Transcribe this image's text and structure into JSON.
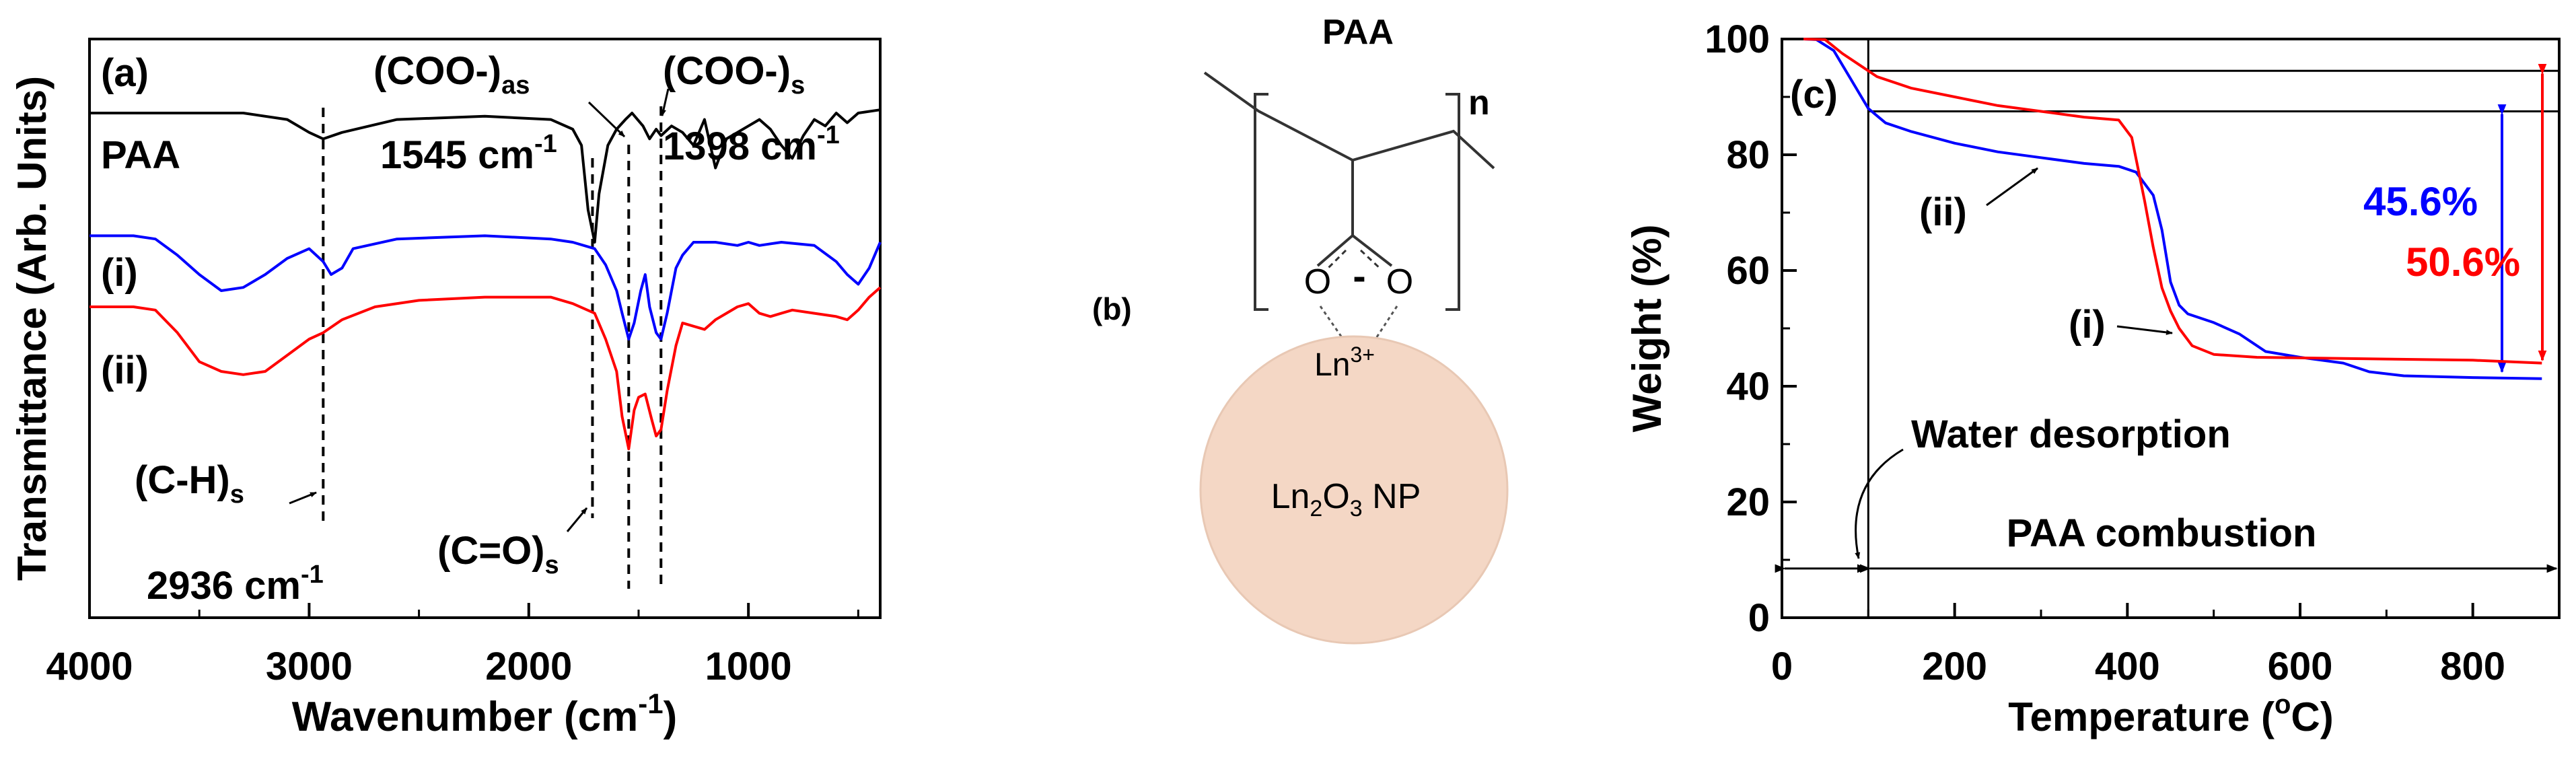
{
  "panel_a": {
    "label": "(a)",
    "xlabel": "Wavenumber (cm",
    "xlabel_sup": "-1",
    "xlabel_end": ")",
    "ylabel": "Transmittance (Arb. Units)",
    "annotations": {
      "coo_as": "(COO-)",
      "coo_as_sub": "as",
      "coo_as_value": "1545 cm",
      "coo_as_value_sup": "-1",
      "coo_s": "(COO-)",
      "coo_s_sub": "s",
      "coo_s_value": "1398 cm",
      "coo_s_value_sup": "-1",
      "ch": "(C-H)",
      "ch_sub": "s",
      "ch_value": "2936 cm",
      "ch_value_sup": "-1",
      "co": "(C=O)",
      "co_sub": "s"
    },
    "series_labels": [
      "PAA",
      "(i)",
      "(ii)"
    ]
  },
  "panel_b": {
    "label": "(b)",
    "title": "PAA",
    "n": "n",
    "oxygen": "O",
    "charge": "-",
    "ion": "Ln",
    "ion_sup": "3+",
    "np_pre": "Ln",
    "np_sub1": "2",
    "np_mid": "O",
    "np_sub2": "3",
    "np_post": " NP"
  },
  "panel_c": {
    "label": "(c)",
    "xlabel": "Temperature (",
    "xlabel_sup": "o",
    "xlabel_end": "C)",
    "ylabel": "Weight (%)",
    "pct_blue": "45.6%",
    "pct_red": "50.6%",
    "label_i": "(i)",
    "label_ii": "(ii)",
    "water": "Water desorption",
    "combustion": "PAA combustion"
  },
  "colors": {
    "black": "#000000",
    "blue": "#0000ff",
    "red": "#ff0000",
    "np_fill": "#f4d7c5"
  },
  "chart_data": [
    {
      "type": "line",
      "title": "",
      "xlabel": "Wavenumber (cm-1)",
      "ylabel": "Transmittance (Arb. Units)",
      "xlim": [
        4000,
        400
      ],
      "x_ticks": [
        4000,
        3000,
        2000,
        1000
      ],
      "series": [
        {
          "name": "PAA",
          "color": "#000000",
          "points": [
            [
              4000,
              0.9
            ],
            [
              3600,
              0.9
            ],
            [
              3300,
              0.9
            ],
            [
              3100,
              0.88
            ],
            [
              3000,
              0.84
            ],
            [
              2936,
              0.82
            ],
            [
              2850,
              0.84
            ],
            [
              2600,
              0.88
            ],
            [
              2200,
              0.89
            ],
            [
              1900,
              0.88
            ],
            [
              1800,
              0.85
            ],
            [
              1760,
              0.8
            ],
            [
              1730,
              0.6
            ],
            [
              1700,
              0.5
            ],
            [
              1680,
              0.65
            ],
            [
              1640,
              0.8
            ],
            [
              1600,
              0.85
            ],
            [
              1560,
              0.88
            ],
            [
              1530,
              0.9
            ],
            [
              1480,
              0.86
            ],
            [
              1450,
              0.82
            ],
            [
              1420,
              0.85
            ],
            [
              1398,
              0.83
            ],
            [
              1350,
              0.86
            ],
            [
              1300,
              0.84
            ],
            [
              1250,
              0.8
            ],
            [
              1200,
              0.88
            ],
            [
              1150,
              0.73
            ],
            [
              1100,
              0.82
            ],
            [
              1050,
              0.84
            ],
            [
              1000,
              0.86
            ],
            [
              950,
              0.88
            ],
            [
              900,
              0.85
            ],
            [
              850,
              0.8
            ],
            [
              800,
              0.76
            ],
            [
              750,
              0.83
            ],
            [
              700,
              0.88
            ],
            [
              650,
              0.86
            ],
            [
              600,
              0.9
            ],
            [
              550,
              0.87
            ],
            [
              500,
              0.9
            ],
            [
              400,
              0.91
            ]
          ]
        },
        {
          "name": "(i)",
          "color": "#0000ff",
          "points": [
            [
              4000,
              0.52
            ],
            [
              3800,
              0.52
            ],
            [
              3700,
              0.51
            ],
            [
              3600,
              0.46
            ],
            [
              3500,
              0.4
            ],
            [
              3400,
              0.35
            ],
            [
              3300,
              0.36
            ],
            [
              3200,
              0.4
            ],
            [
              3100,
              0.45
            ],
            [
              3000,
              0.48
            ],
            [
              2936,
              0.44
            ],
            [
              2900,
              0.4
            ],
            [
              2850,
              0.42
            ],
            [
              2800,
              0.48
            ],
            [
              2600,
              0.51
            ],
            [
              2200,
              0.52
            ],
            [
              1900,
              0.51
            ],
            [
              1800,
              0.5
            ],
            [
              1700,
              0.48
            ],
            [
              1650,
              0.43
            ],
            [
              1600,
              0.35
            ],
            [
              1575,
              0.28
            ],
            [
              1545,
              0.2
            ],
            [
              1520,
              0.25
            ],
            [
              1490,
              0.35
            ],
            [
              1470,
              0.4
            ],
            [
              1450,
              0.3
            ],
            [
              1420,
              0.22
            ],
            [
              1398,
              0.2
            ],
            [
              1370,
              0.28
            ],
            [
              1330,
              0.42
            ],
            [
              1300,
              0.46
            ],
            [
              1250,
              0.5
            ],
            [
              1150,
              0.5
            ],
            [
              1050,
              0.49
            ],
            [
              1000,
              0.5
            ],
            [
              950,
              0.49
            ],
            [
              850,
              0.5
            ],
            [
              700,
              0.49
            ],
            [
              600,
              0.44
            ],
            [
              550,
              0.4
            ],
            [
              500,
              0.37
            ],
            [
              450,
              0.42
            ],
            [
              400,
              0.5
            ]
          ]
        },
        {
          "name": "(ii)",
          "color": "#ff0000",
          "points": [
            [
              4000,
              0.3
            ],
            [
              3800,
              0.3
            ],
            [
              3700,
              0.29
            ],
            [
              3600,
              0.22
            ],
            [
              3500,
              0.13
            ],
            [
              3400,
              0.1
            ],
            [
              3300,
              0.09
            ],
            [
              3200,
              0.1
            ],
            [
              3100,
              0.15
            ],
            [
              3000,
              0.2
            ],
            [
              2936,
              0.22
            ],
            [
              2850,
              0.26
            ],
            [
              2700,
              0.3
            ],
            [
              2500,
              0.32
            ],
            [
              2200,
              0.33
            ],
            [
              1900,
              0.33
            ],
            [
              1800,
              0.31
            ],
            [
              1700,
              0.28
            ],
            [
              1650,
              0.2
            ],
            [
              1600,
              0.1
            ],
            [
              1575,
              -0.04
            ],
            [
              1545,
              -0.14
            ],
            [
              1520,
              -0.02
            ],
            [
              1500,
              0.02
            ],
            [
              1470,
              0.03
            ],
            [
              1440,
              -0.05
            ],
            [
              1420,
              -0.1
            ],
            [
              1398,
              -0.08
            ],
            [
              1370,
              0.04
            ],
            [
              1330,
              0.18
            ],
            [
              1300,
              0.25
            ],
            [
              1250,
              0.24
            ],
            [
              1200,
              0.23
            ],
            [
              1150,
              0.26
            ],
            [
              1100,
              0.28
            ],
            [
              1050,
              0.3
            ],
            [
              1000,
              0.31
            ],
            [
              950,
              0.28
            ],
            [
              900,
              0.27
            ],
            [
              850,
              0.28
            ],
            [
              800,
              0.29
            ],
            [
              700,
              0.28
            ],
            [
              600,
              0.27
            ],
            [
              550,
              0.26
            ],
            [
              500,
              0.29
            ],
            [
              450,
              0.33
            ],
            [
              400,
              0.36
            ]
          ]
        }
      ],
      "markers": [
        2936,
        1710,
        1545,
        1398
      ]
    },
    {
      "type": "line",
      "title": "",
      "xlabel": "Temperature (oC)",
      "ylabel": "Weight (%)",
      "xlim": [
        0,
        900
      ],
      "ylim": [
        0,
        100
      ],
      "x_ticks": [
        0,
        200,
        400,
        600,
        800
      ],
      "y_ticks": [
        0,
        20,
        40,
        60,
        80,
        100
      ],
      "series": [
        {
          "name": "(i)",
          "color": "#0000ff",
          "points": [
            [
              25,
              100
            ],
            [
              40,
              99.9
            ],
            [
              60,
              98
            ],
            [
              80,
              93
            ],
            [
              100,
              88
            ],
            [
              120,
              85.5
            ],
            [
              150,
              84
            ],
            [
              200,
              82
            ],
            [
              250,
              80.5
            ],
            [
              300,
              79.5
            ],
            [
              350,
              78.5
            ],
            [
              390,
              78
            ],
            [
              410,
              77
            ],
            [
              430,
              73
            ],
            [
              440,
              67
            ],
            [
              450,
              58
            ],
            [
              460,
              54
            ],
            [
              470,
              52.5
            ],
            [
              500,
              51
            ],
            [
              530,
              49
            ],
            [
              560,
              46
            ],
            [
              600,
              45
            ],
            [
              650,
              44
            ],
            [
              680,
              42.5
            ],
            [
              720,
              41.8
            ],
            [
              800,
              41.5
            ],
            [
              880,
              41.3
            ]
          ]
        },
        {
          "name": "(ii)",
          "color": "#ff0000",
          "points": [
            [
              25,
              100
            ],
            [
              50,
              99.9
            ],
            [
              70,
              97.5
            ],
            [
              90,
              95.5
            ],
            [
              110,
              93.5
            ],
            [
              150,
              91.5
            ],
            [
              200,
              90
            ],
            [
              250,
              88.5
            ],
            [
              300,
              87.5
            ],
            [
              350,
              86.5
            ],
            [
              390,
              86
            ],
            [
              405,
              83
            ],
            [
              420,
              72
            ],
            [
              430,
              64
            ],
            [
              440,
              57
            ],
            [
              450,
              53
            ],
            [
              460,
              50
            ],
            [
              475,
              47
            ],
            [
              500,
              45.5
            ],
            [
              550,
              45
            ],
            [
              700,
              44.7
            ],
            [
              800,
              44.5
            ],
            [
              880,
              44
            ]
          ]
        }
      ],
      "reference_lines": {
        "ii_top": 94.5,
        "i_top": 87.5,
        "water_end_temp": 100
      },
      "mass_losses": {
        "(i)": "45.6%",
        "(ii)": "50.6%"
      }
    }
  ]
}
